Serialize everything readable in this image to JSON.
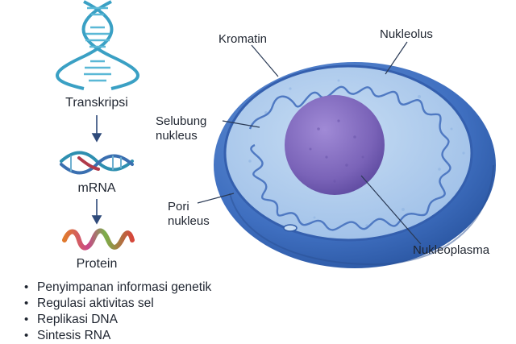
{
  "flow": {
    "step1": "Transkripsi",
    "step2": "mRNA",
    "step3": "Protein"
  },
  "labels": {
    "kromatin": "Kromatin",
    "nukleolus": "Nukleolus",
    "selubung_line1": "Selubung",
    "selubung_line2": "nukleus",
    "pori_line1": "Pori",
    "pori_line2": "nukleus",
    "nukleoplasma": "Nukleoplasma"
  },
  "functions": [
    "Penyimpanan informasi genetik",
    "Regulasi aktivitas sel",
    "Replikasi DNA",
    "Sintesis RNA"
  ],
  "colors": {
    "nucleus_outer": "#3f6fc0",
    "nucleus_inner": "#a9c8ec",
    "nucleolus": "#7a63b8",
    "dna_blue": "#2e8fb0",
    "dna_red": "#b03a4a",
    "protein_orange": "#e07a2c"
  }
}
